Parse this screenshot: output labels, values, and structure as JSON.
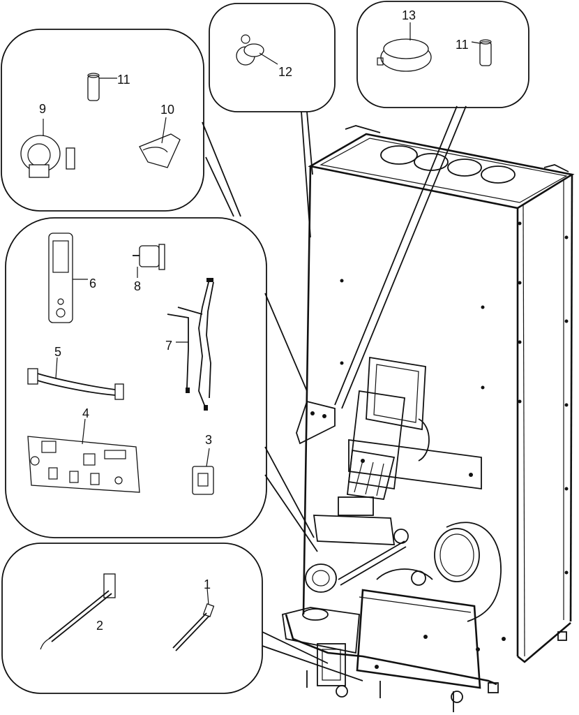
{
  "callouts": [
    {
      "id": "c1",
      "text": "1"
    },
    {
      "id": "c2",
      "text": "2"
    },
    {
      "id": "c3",
      "text": "3"
    },
    {
      "id": "c4",
      "text": "4"
    },
    {
      "id": "c5",
      "text": "5"
    },
    {
      "id": "c6",
      "text": "6"
    },
    {
      "id": "c7",
      "text": "7"
    },
    {
      "id": "c8",
      "text": "8"
    },
    {
      "id": "c9",
      "text": "9"
    },
    {
      "id": "c10",
      "text": "10"
    },
    {
      "id": "c11a",
      "text": "11"
    },
    {
      "id": "c11b",
      "text": "11"
    },
    {
      "id": "c12",
      "text": "12"
    },
    {
      "id": "c13",
      "text": "13"
    }
  ]
}
